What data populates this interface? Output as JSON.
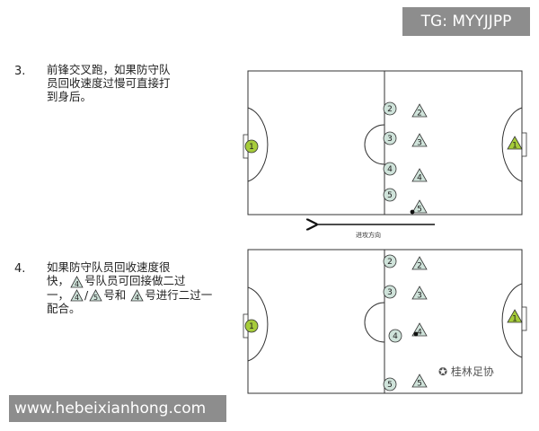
{
  "badge": "TG: MYYJJPP",
  "watermark": "www.hebeixianhong.com",
  "item3": {
    "number": "3.",
    "lines": [
      "前锋交叉跑，如果防守队",
      "员回收速度过慢可直接打",
      "到身后。"
    ]
  },
  "item4": {
    "number": "4.",
    "line1": "如果防守队员回收速度很",
    "line2_pre": "快，",
    "line2_tri": "4",
    "line2_post": "号队员可回接做二过",
    "line3_pre": "一，",
    "line3_tri1": "4",
    "line3_slash": "/",
    "line3_tri2": "5",
    "line3_mid": "号和 ",
    "line3_tri3": "4",
    "line3_post": "号进行二过一",
    "line4": "配合。"
  },
  "arrow_label": "进攻方向",
  "wechat_label": "桂林足协",
  "colors": {
    "circle_fill": "#cfe3da",
    "triangle_fill": "#cfe3da",
    "keeper_fill": "#a6cc3a",
    "line": "#333333"
  },
  "diagram1": {
    "left_keeper": "1",
    "right_keeper": "1",
    "circles": [
      "2",
      "3",
      "4",
      "5"
    ],
    "triangles": [
      "2",
      "3",
      "4",
      "5"
    ]
  },
  "diagram2": {
    "left_keeper": "1",
    "right_keeper": "1",
    "circles": [
      "2",
      "3",
      "4",
      "5"
    ],
    "triangles": [
      "2",
      "3",
      "4",
      "5"
    ]
  }
}
